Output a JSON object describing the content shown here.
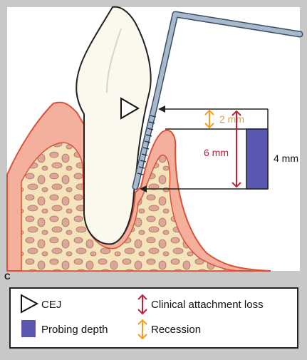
{
  "panel_label": "C",
  "measurements": {
    "recession": "2 mm",
    "clinical_attachment_loss": "6 mm",
    "probing_depth": "4 mm"
  },
  "legend": {
    "cej": "CEJ",
    "probing_depth": "Probing depth",
    "clinical_attachment_loss": "Clinical attachment loss",
    "recession": "Recession"
  },
  "colors": {
    "background": "#c8c8c8",
    "gingiva": "#f4b09c",
    "gingiva_outline": "#d8523a",
    "bone": "#f3e4bc",
    "tooth": "#fbf8ee",
    "probe": "#a9b9cc",
    "probing_depth_bar": "#5a58b0",
    "attachment_loss_arrow": "#c0203a",
    "recession_arrow": "#f0a020"
  }
}
